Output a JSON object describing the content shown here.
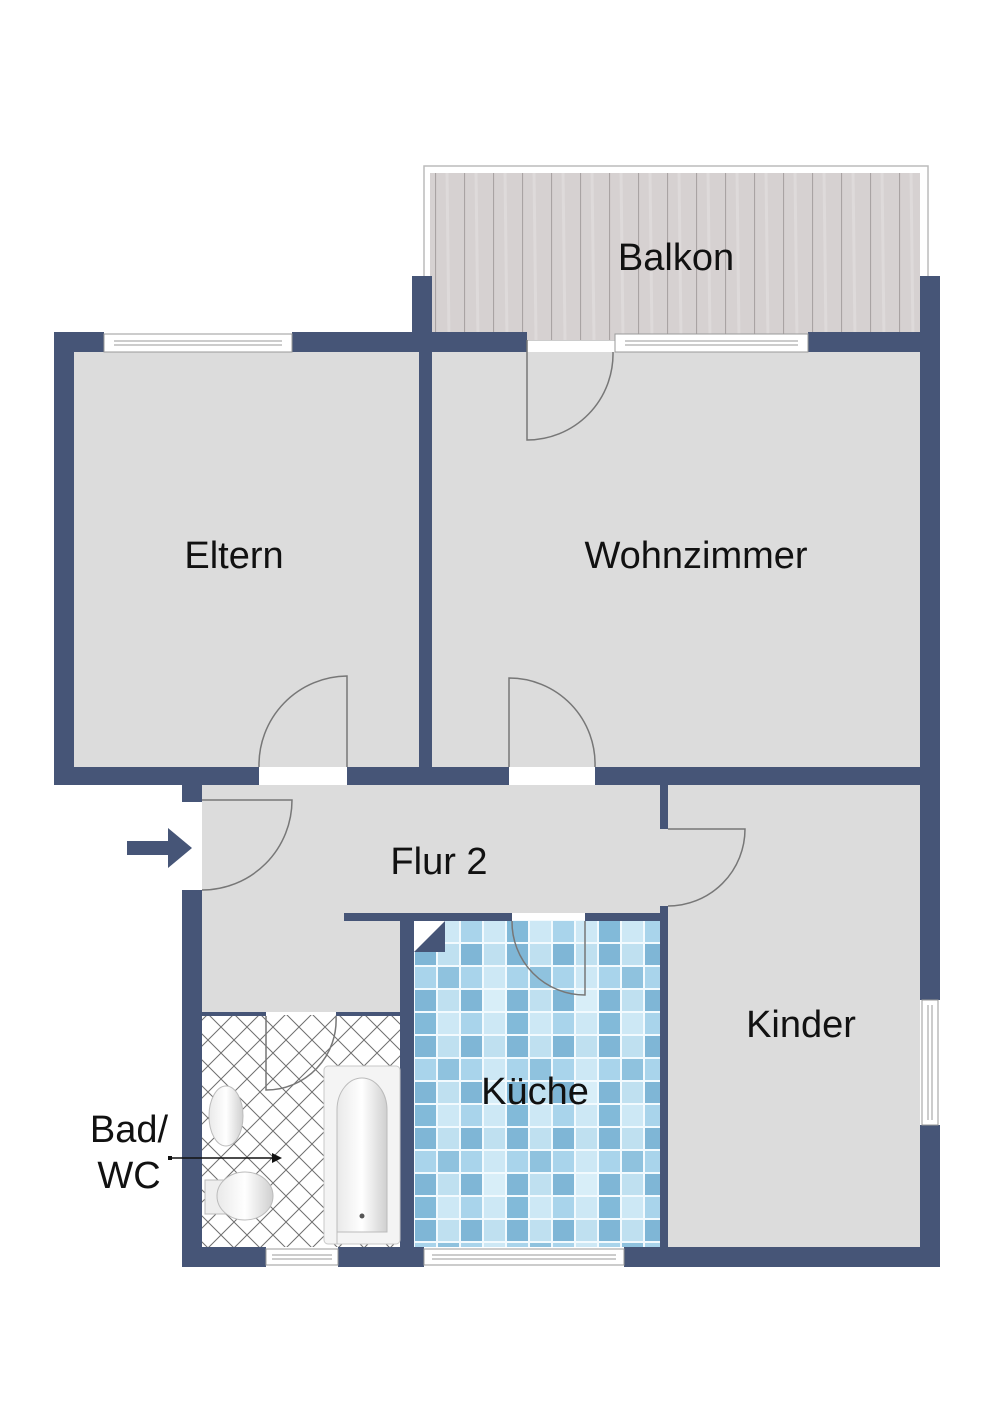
{
  "floorplan": {
    "rooms": {
      "balkon": "Balkon",
      "eltern": "Eltern",
      "wohnzimmer": "Wohnzimmer",
      "flur": "Flur 2",
      "kinder": "Kinder",
      "kueche": "Küche",
      "bad_line1": "Bad/",
      "bad_line2": "WC"
    },
    "colors": {
      "wall": "#465577",
      "floor": "#dcdcdc",
      "balcony": "#d4cfcf",
      "tile_light": "#bfe0f0",
      "tile_dark": "#7fb6d6",
      "text": "#111111"
    },
    "entrance_icon": "arrow-right-icon"
  }
}
